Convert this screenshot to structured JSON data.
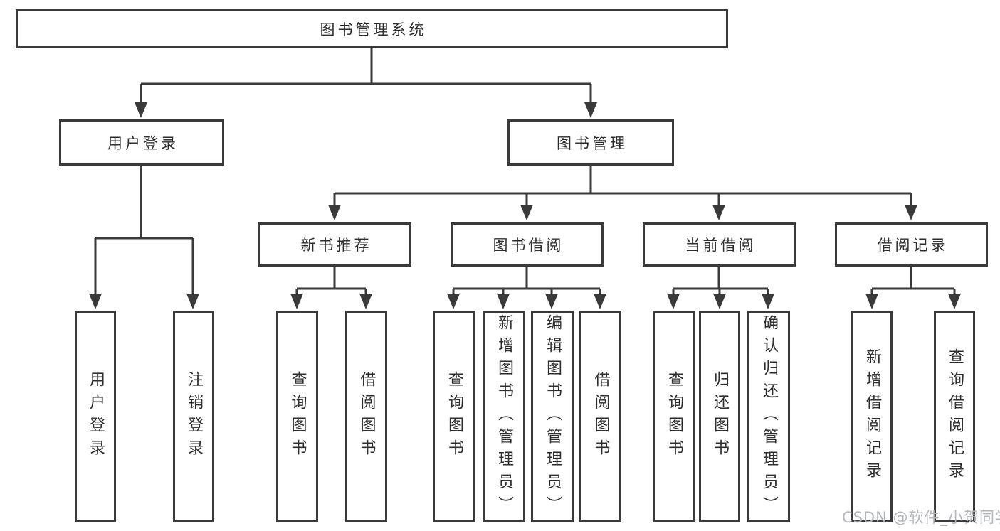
{
  "diagram_type": "hierarchy-tree",
  "colors": {
    "line": "#3a3a3a",
    "box_border": "#3a3a3a",
    "text": "#2e2e2e",
    "watermark": "#b3b6bb",
    "background": "#ffffff"
  },
  "tree": {
    "root": {
      "label": "图书管理系统",
      "children": [
        {
          "label": "用户登录",
          "children": [
            {
              "label": "用户登录"
            },
            {
              "label": "注销登录"
            }
          ]
        },
        {
          "label": "图书管理",
          "children": [
            {
              "label": "新书推荐",
              "children": [
                {
                  "label": "查询图书"
                },
                {
                  "label": "借阅图书"
                }
              ]
            },
            {
              "label": "图书借阅",
              "children": [
                {
                  "label": "查询图书"
                },
                {
                  "label": "新增图书（管理员）"
                },
                {
                  "label": "编辑图书（管理员）"
                },
                {
                  "label": "借阅图书"
                }
              ]
            },
            {
              "label": "当前借阅",
              "children": [
                {
                  "label": "查询图书"
                },
                {
                  "label": "归还图书"
                },
                {
                  "label": "确认归还（管理员）"
                }
              ]
            },
            {
              "label": "借阅记录",
              "children": [
                {
                  "label": "新增借阅记录"
                },
                {
                  "label": "查询借阅记录"
                }
              ]
            }
          ]
        }
      ]
    }
  },
  "watermark": {
    "text": "CSDN @软件_小贺同学"
  }
}
